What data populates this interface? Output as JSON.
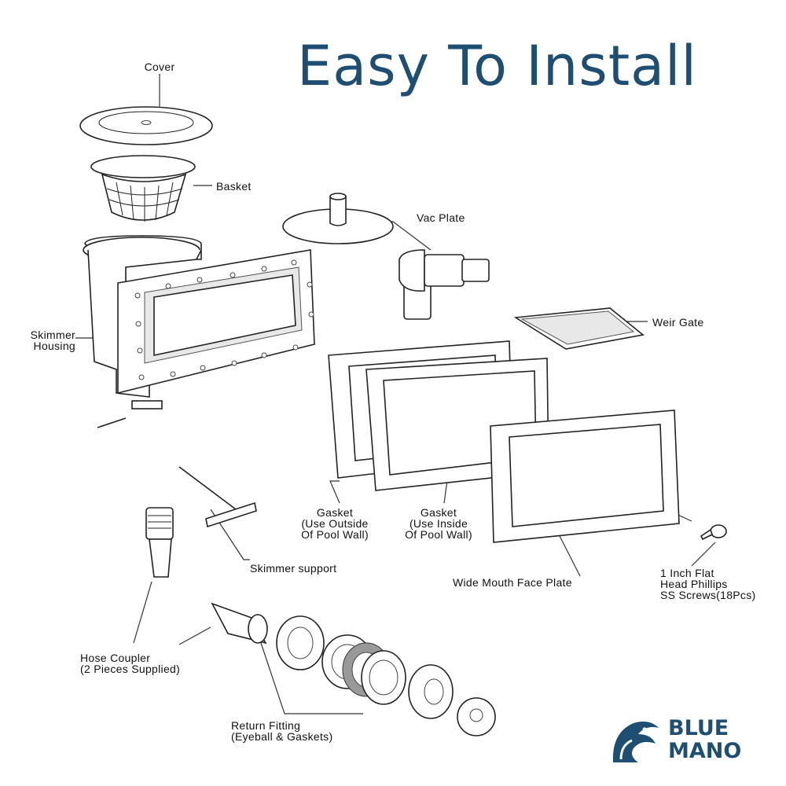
{
  "title": "Easy To Install",
  "labels": {
    "cover": "Cover",
    "basket": "Basket",
    "vac_plate": "Vac Plate",
    "weir_gate": "Weir Gate",
    "skimmer_housing": [
      "Skimmer",
      "Housing"
    ],
    "gasket_outside": [
      "Gasket",
      "(Use Outside",
      "Of Pool Wall)"
    ],
    "gasket_inside": [
      "Gasket",
      "(Use Inside",
      "Of Pool Wall)"
    ],
    "skimmer_support": "Skimmer support",
    "wide_mouth_face_plate": "Wide Mouth Face Plate",
    "screws": [
      "1 Inch Flat",
      "Head Phillips",
      "SS Screws(18Pcs)"
    ],
    "hose_coupler": [
      "Hose Coupler",
      "(2 Pieces Supplied)"
    ],
    "return_fitting": [
      "Return Fitting",
      "(Eyeball & Gaskets)"
    ]
  },
  "logo": {
    "line1": "BLUE",
    "line2": "MANO",
    "icon": "fish-wave-icon",
    "color": "#1f4e73"
  },
  "colors": {
    "title": "#1f4e73",
    "line": "#222222",
    "background": "#ffffff"
  }
}
